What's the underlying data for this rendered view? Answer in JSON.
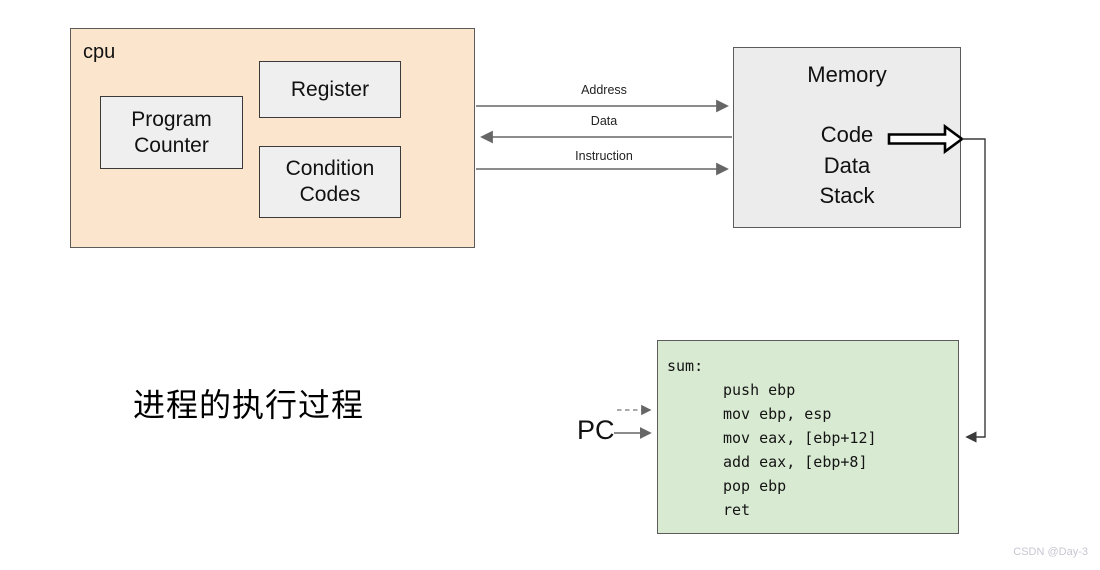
{
  "page_title": "进程的执行过程",
  "cpu": {
    "label": "cpu",
    "program_counter": "Program Counter",
    "register": "Register",
    "condition_codes": "Condition Codes"
  },
  "buses": {
    "address": "Address",
    "data": "Data",
    "instruction": "Instruction"
  },
  "memory": {
    "title": "Memory",
    "sections": [
      "Code",
      "Data",
      "Stack"
    ]
  },
  "pc": {
    "label": "PC"
  },
  "code": {
    "label": "sum:",
    "instructions": [
      "push ebp",
      "mov ebp, esp",
      "mov eax, [ebp+12]",
      "add eax, [ebp+8]",
      "pop ebp",
      "ret"
    ]
  },
  "watermark": "CSDN @Day-3",
  "colors": {
    "cpu_fill": "#fce5cd",
    "inner_box_fill": "#efefef",
    "memory_fill": "#ececec",
    "code_box_fill": "#d9ead3",
    "box_border_gray": "#5b5b5b",
    "inner_border_dark": "#3a3a3a",
    "arrow_gray": "#666666",
    "connector_dark": "#3a3a3a"
  }
}
